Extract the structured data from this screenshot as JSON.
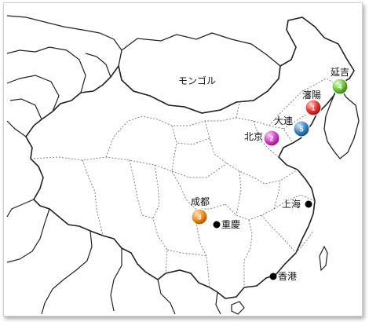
{
  "map": {
    "country_label": "モンゴル",
    "numbered_markers": [
      {
        "num": "1",
        "label": "瀋陽",
        "color": "#e8342f",
        "key": "shenyang"
      },
      {
        "num": "2",
        "label": "北京",
        "color": "#d63fd0",
        "key": "beijing"
      },
      {
        "num": "3",
        "label": "成都",
        "color": "#f08a1a",
        "key": "chengdu"
      },
      {
        "num": "4",
        "label": "延吉",
        "color": "#6cc43a",
        "key": "yanji"
      },
      {
        "num": "5",
        "label": "大連",
        "color": "#3b86c6",
        "key": "dalian"
      }
    ],
    "dot_markers": [
      {
        "label": "上海",
        "key": "shanghai"
      },
      {
        "label": "重慶",
        "key": "chongqing"
      },
      {
        "label": "香港",
        "key": "hongkong"
      }
    ]
  }
}
